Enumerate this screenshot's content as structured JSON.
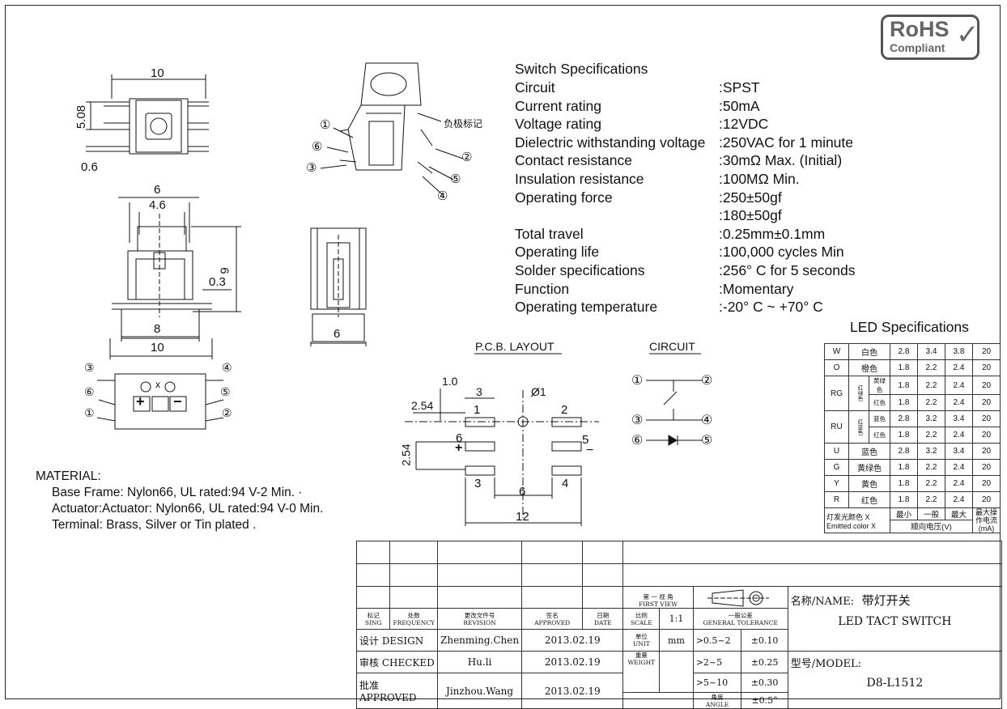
{
  "rohs": {
    "title": "RoHS",
    "subtitle": "Compliant",
    "check": "✓"
  },
  "dims": {
    "top_w": "10",
    "top_h": "5.08",
    "top_lead": "0.6",
    "front_w6": "6",
    "front_w46": "4.6",
    "front_h9": "9",
    "front_03": "0.3",
    "front_w8": "8",
    "front_w10": "10",
    "side_w6": "6"
  },
  "iso": {
    "callouts": [
      "①",
      "②",
      "③",
      "④",
      "⑤",
      "⑥"
    ],
    "neg_mark": "负极标记"
  },
  "pin_view": {
    "pins": [
      "①",
      "②",
      "③",
      "④",
      "⑤",
      "⑥"
    ],
    "x": "x",
    "plus": "+",
    "minus": "−"
  },
  "specs": {
    "title": "Switch Specifications",
    "rows": [
      {
        "label": "Circuit",
        "value": ":SPST"
      },
      {
        "label": "Current rating",
        "value": ":50mA"
      },
      {
        "label": "Voltage rating",
        "value": ":12VDC"
      },
      {
        "label": "Dielectric withstanding voltage",
        "value": ":250VAC for 1 minute"
      },
      {
        "label": "Contact resistance",
        "value": ":30mΩ  Max. (Initial)"
      },
      {
        "label": "Insulation resistance",
        "value": ":100MΩ  Min."
      },
      {
        "label": "Operating force",
        "value": ":250±50gf"
      },
      {
        "label": "",
        "value": ":180±50gf"
      },
      {
        "label": "Total travel",
        "value": ":0.25mm±0.1mm"
      },
      {
        "label": "Operating life",
        "value": ":100,000 cycles Min"
      },
      {
        "label": "Solder specifications",
        "value": ":256° C for 5 seconds"
      },
      {
        "label": "Function",
        "value": ":Momentary"
      },
      {
        "label": "Operating temperature",
        "value": ":-20° C ~ +70° C"
      }
    ]
  },
  "pcb": {
    "title": "P.C.B. LAYOUT",
    "d10": "1.0",
    "d3": "3",
    "d254a": "2.54",
    "d254b": "2.54",
    "dphi": "Ø1",
    "d6": "6",
    "d12": "12",
    "p1": "1",
    "p2": "2",
    "p3": "3",
    "p4": "4",
    "p5": "5",
    "p6": "6",
    "plus": "+",
    "minus": "−"
  },
  "circuit": {
    "title": "CIRCUIT",
    "n1": "①",
    "n2": "②",
    "n3": "③",
    "n4": "④",
    "n5": "⑤",
    "n6": "⑥"
  },
  "material": {
    "title": "MATERIAL:",
    "lines": [
      "Base Frame: Nylon66, UL rated:94 V-2 Min. ·",
      "Actuator:Actuator: Nylon66, UL rated:94 V-0 Min.",
      "Terminal: Brass, Silver or Tin plated ."
    ]
  },
  "led": {
    "title": "LED Specifications",
    "rows": [
      [
        "W",
        "",
        "白色",
        "2.8",
        "3.4",
        "3.8",
        "20"
      ],
      [
        "O",
        "",
        "橙色",
        "1.8",
        "2.2",
        "2.4",
        "20"
      ],
      [
        "RG",
        "红绿色",
        "黄绿色",
        "1.8",
        "2.2",
        "2.4",
        "20"
      ],
      [
        "",
        "",
        "红色",
        "1.8",
        "2.2",
        "2.4",
        "20"
      ],
      [
        "RU",
        "红蓝色",
        "蓝色",
        "2.8",
        "3.2",
        "3.4",
        "20"
      ],
      [
        "",
        "",
        "红色",
        "1.8",
        "2.2",
        "2.4",
        "20"
      ],
      [
        "U",
        "",
        "蓝色",
        "2.8",
        "3.2",
        "3.4",
        "20"
      ],
      [
        "G",
        "",
        "黄绿色",
        "1.8",
        "2.2",
        "2.4",
        "20"
      ],
      [
        "Y",
        "",
        "黄色",
        "1.8",
        "2.2",
        "2.4",
        "20"
      ],
      [
        "R",
        "",
        "红色",
        "1.8",
        "2.2",
        "2.4",
        "20"
      ]
    ],
    "footer": {
      "color_cn": "灯发光颜色 X",
      "color_en": "Emitted color X",
      "min": "最小",
      "typ": "一般",
      "max": "最大",
      "vf": "顺向电压(V)",
      "imax": "最大操作电流",
      "unit": "(mA)"
    }
  },
  "title_block": {
    "mark": "标记",
    "mark_en": "SING",
    "count": "处数",
    "count_en": "FREQUENCY",
    "rev": "更改文件号",
    "rev_en": "REVISION",
    "sign": "签名",
    "sign_en": "APPROVED",
    "date": "日期",
    "date_en": "DATE",
    "proj": "第 一 视 角",
    "proj_en": "FIRST VIEW",
    "scale": "比例",
    "scale_en": "SCALE",
    "scale_val": "1:1",
    "tol": "一般公差",
    "tol_en": "GENERAL TOLERANCE",
    "unit": "单位",
    "unit_en": "UNIT",
    "unit_val": "mm",
    "weight": "重量",
    "weight_en": "WEIGHT",
    "angle": "角度",
    "angle_en": "ANGLE",
    "tol_rows": [
      {
        "range": ">0.5~2",
        "val": "±0.10"
      },
      {
        "range": ">2~5",
        "val": "±0.25"
      },
      {
        "range": ">5~10",
        "val": "±0.30"
      }
    ],
    "angle_val": "±0.5°",
    "design": "设计 DESIGN",
    "design_name": "Zhenming.Chen",
    "design_date": "2013.02.19",
    "checked": "审核 CHECKED",
    "checked_name": "Hu.li",
    "checked_date": "2013.02.19",
    "approved": "批准 APPROVED",
    "approved_name": "Jinzhou.Wang",
    "approved_date": "2013.02.19",
    "name_label": "名称/NAME:",
    "name_cn": "带灯开关",
    "name_en": "LED TACT SWITCH",
    "model_label": "型号/MODEL:",
    "model": "D8-L1512"
  }
}
